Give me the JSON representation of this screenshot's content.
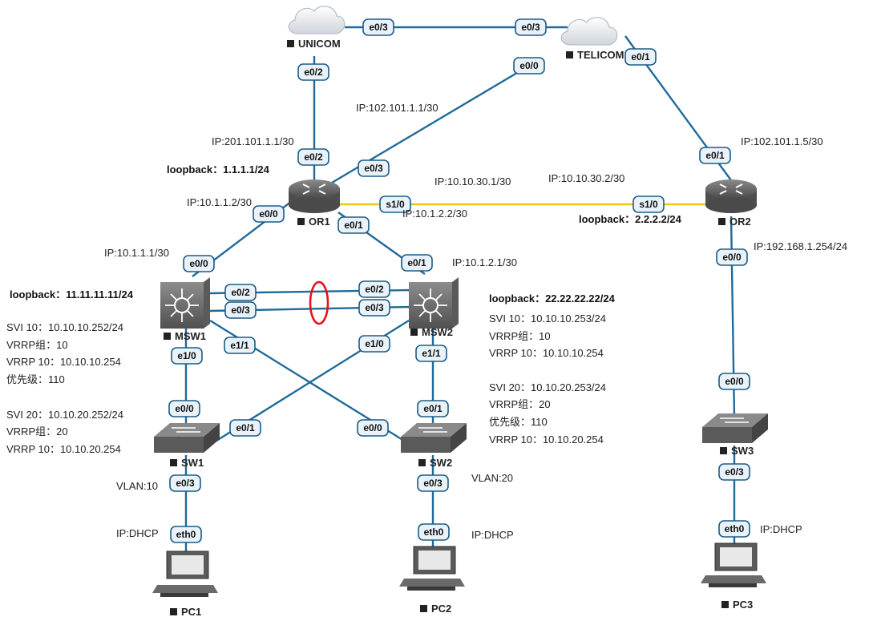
{
  "devices": {
    "unicom": "UNICOM",
    "telicom": "TELICOM",
    "or1": "OR1",
    "or2": "OR2",
    "msw1": "MSW1",
    "msw2": "MSW2",
    "sw1": "SW1",
    "sw2": "SW2",
    "sw3": "SW3",
    "pc1": "PC1",
    "pc2": "PC2",
    "pc3": "PC3"
  },
  "ports": {
    "unicom_e03": "e0/3",
    "telicom_e03": "e0/3",
    "unicom_e02": "e0/2",
    "telicom_e00": "e0/0",
    "telicom_e01": "e0/1",
    "or1_e02": "e0/2",
    "or1_e03": "e0/3",
    "or1_e00": "e0/0",
    "or1_s10": "s1/0",
    "or1_e01": "e0/1",
    "or2_e01": "e0/1",
    "or2_s10": "s1/0",
    "or2_e00": "e0/0",
    "msw1_e00": "e0/0",
    "msw1_e02": "e0/2",
    "msw1_e03": "e0/3",
    "msw1_e10": "e1/0",
    "msw1_e11": "e1/1",
    "msw2_e01": "e0/1",
    "msw2_e02": "e0/2",
    "msw2_e03": "e0/3",
    "msw2_e10": "e1/0",
    "msw2_e11": "e1/1",
    "sw1_e00": "e0/0",
    "sw1_e01": "e0/1",
    "sw1_e03": "e0/3",
    "sw2_e00": "e0/0",
    "sw2_e01": "e0/1",
    "sw2_e03": "e0/3",
    "sw3_e00": "e0/0",
    "sw3_e03": "e0/3",
    "pc1_eth0": "eth0",
    "pc2_eth0": "eth0",
    "pc3_eth0": "eth0"
  },
  "ip_labels": {
    "unicom_or1": "IP:201.101.1.1/30",
    "telicom_or1": "IP:102.101.1.1/30",
    "telicom_or2": "IP:102.101.1.5/30",
    "or1_serial": "IP:10.10.30.1/30",
    "or2_serial": "IP:10.10.30.2/30",
    "or1_e00": "IP:10.1.1.2/30",
    "or1_e01": "IP:10.1.2.2/30",
    "msw1_e00": "IP:10.1.1.1/30",
    "msw2_e01": "IP:10.1.2.1/30",
    "or2_e00": "IP:192.168.1.254/24",
    "pc1": "IP:DHCP",
    "pc2": "IP:DHCP",
    "pc3": "IP:DHCP",
    "vlan10": "VLAN:10",
    "vlan20": "VLAN:20"
  },
  "loopbacks": {
    "or1": "loopback：1.1.1.1/24",
    "or2": "loopback：2.2.2.2/24",
    "msw1": "loopback：11.11.11.11/24",
    "msw2": "loopback：22.22.22.22/24"
  },
  "msw1_config": [
    "SVI 10：10.10.10.252/24",
    "VRRP组：10",
    "VRRP 10：10.10.10.254",
    "优先级：110",
    "SVI 20：10.10.20.252/24",
    "VRRP组：20",
    "VRRP 10：10.10.20.254"
  ],
  "msw2_config": [
    "SVI 10：10.10.10.253/24",
    "VRRP组：10",
    "VRRP 10：10.10.10.254",
    "SVI 20：10.10.20.253/24",
    "VRRP组：20",
    "优先级：110",
    "VRRP 10：10.10.20.254"
  ],
  "colors": {
    "link": "#1f6a9a",
    "serial": "#f0c419",
    "highlight": "#e8101a",
    "device": "#6b6b6b"
  }
}
